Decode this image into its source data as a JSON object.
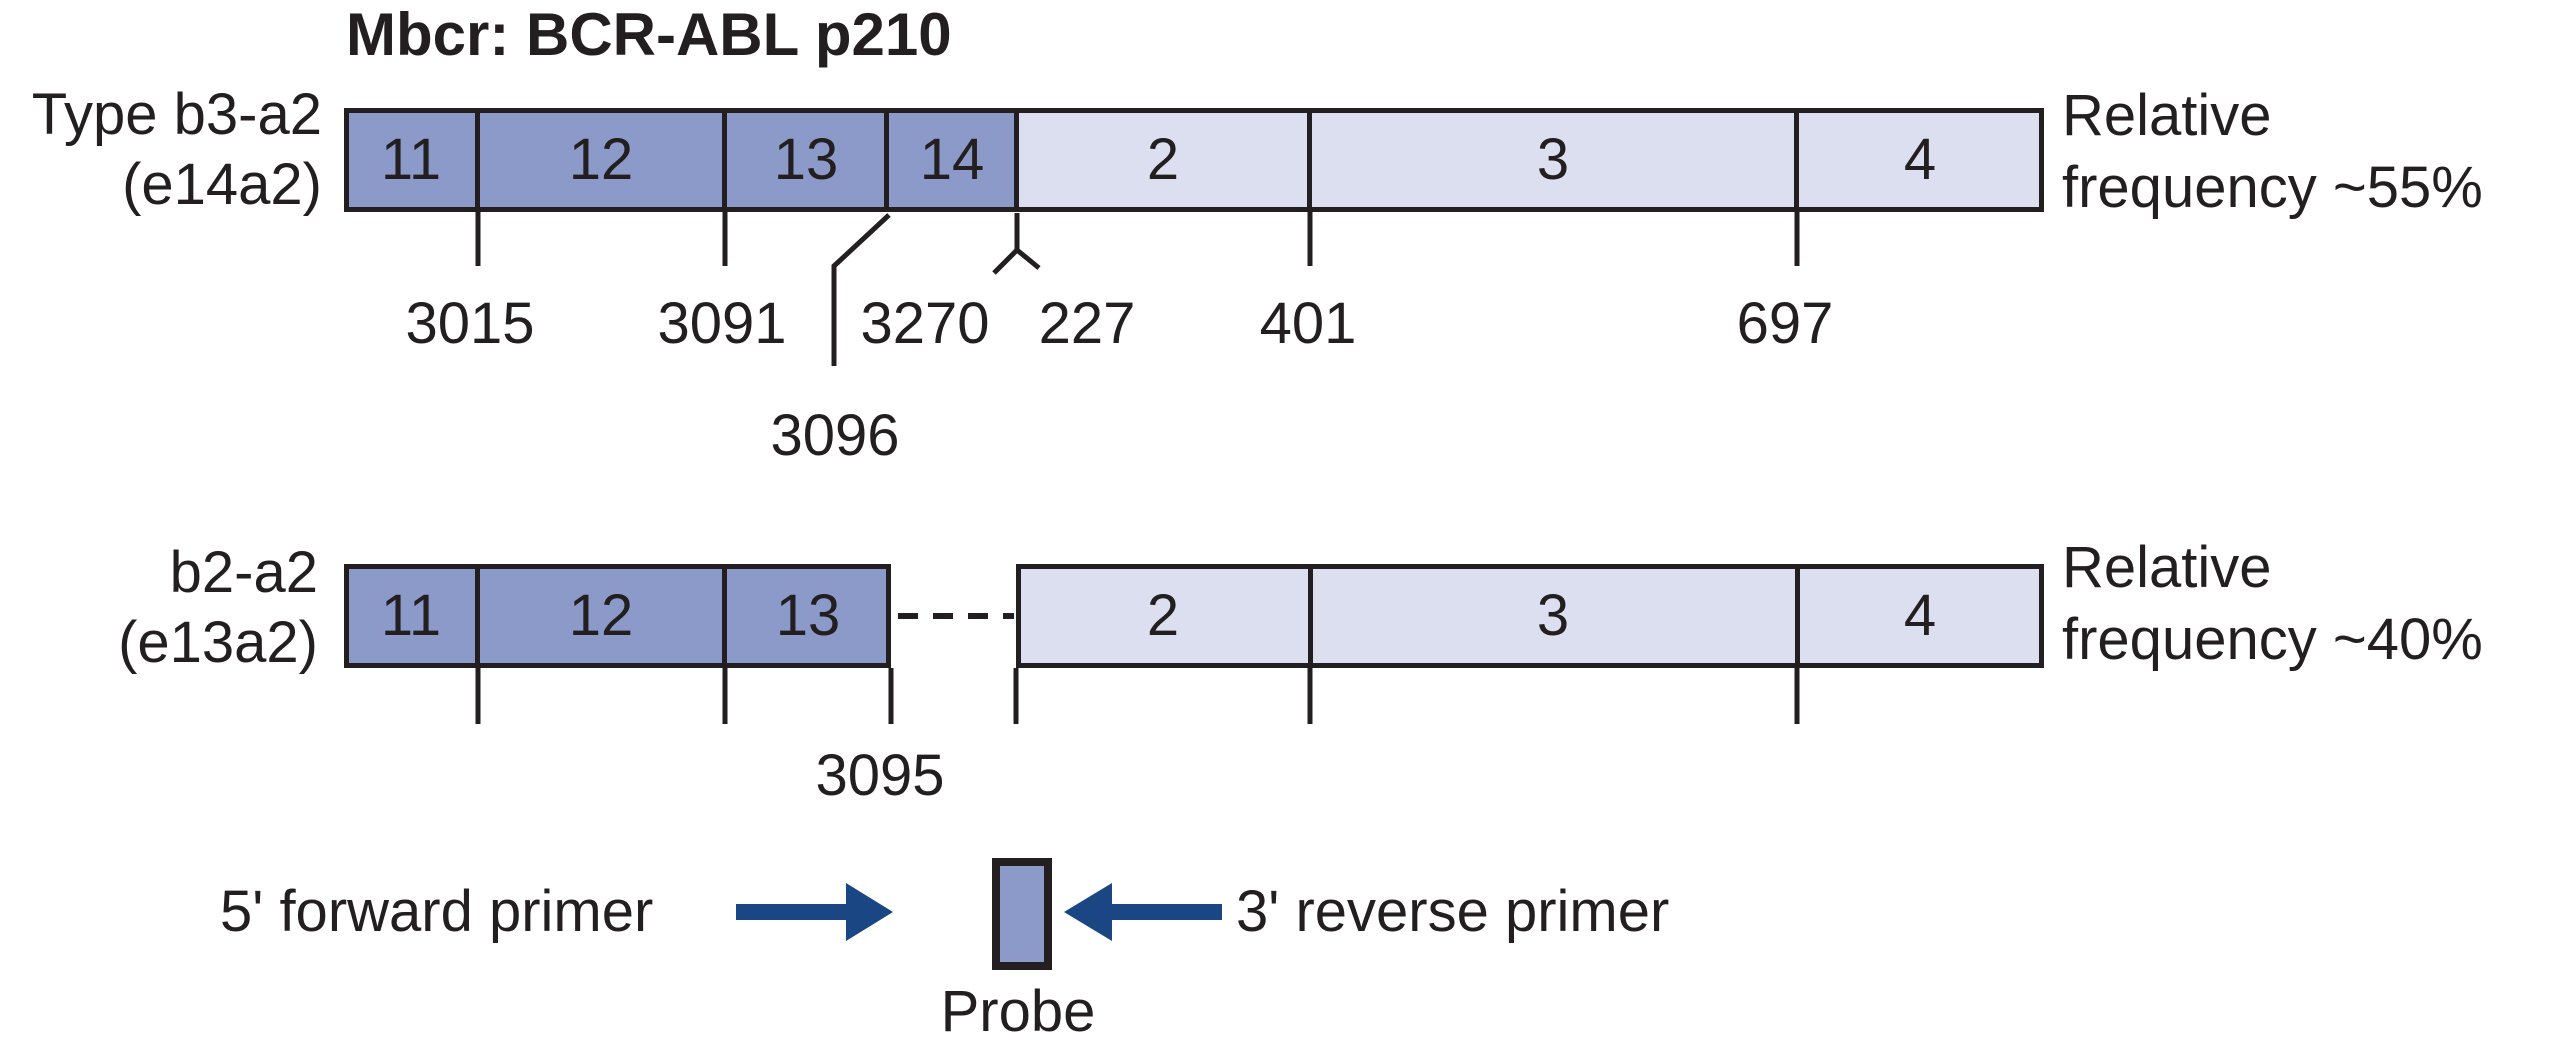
{
  "title": "Mbcr: BCR-ABL p210",
  "colors": {
    "exon_bcr": "#8B9AC8",
    "exon_abl": "#DCDFEF",
    "outline": "#231F20",
    "arrow": "#1B4684",
    "text": "#231F20",
    "background": "#FFFFFF"
  },
  "rows": [
    {
      "name": "b3-a2",
      "label_line1": "Type b3-a2",
      "label_line2": "(e14a2)",
      "freq_line1": "Relative",
      "freq_line2": "frequency ~55%",
      "exons": [
        {
          "label": "11",
          "gene": "BCR"
        },
        {
          "label": "12",
          "gene": "BCR"
        },
        {
          "label": "13",
          "gene": "BCR"
        },
        {
          "label": "14",
          "gene": "BCR"
        },
        {
          "label": "2",
          "gene": "ABL"
        },
        {
          "label": "3",
          "gene": "ABL"
        },
        {
          "label": "4",
          "gene": "ABL"
        }
      ],
      "positions": [
        "3015",
        "3091",
        "3270",
        "227",
        "401",
        "697"
      ],
      "junction_label": "3096"
    },
    {
      "name": "b2-a2",
      "label_line1": "b2-a2",
      "label_line2": "(e13a2)",
      "freq_line1": "Relative",
      "freq_line2": "frequency ~40%",
      "exons": [
        {
          "label": "11",
          "gene": "BCR"
        },
        {
          "label": "12",
          "gene": "BCR"
        },
        {
          "label": "13",
          "gene": "BCR"
        },
        {
          "label": "2",
          "gene": "ABL"
        },
        {
          "label": "3",
          "gene": "ABL"
        },
        {
          "label": "4",
          "gene": "ABL"
        }
      ],
      "junction_label": "3095"
    }
  ],
  "legend": {
    "forward_primer": "5' forward primer",
    "reverse_primer": "3' reverse primer",
    "probe": "Probe"
  }
}
